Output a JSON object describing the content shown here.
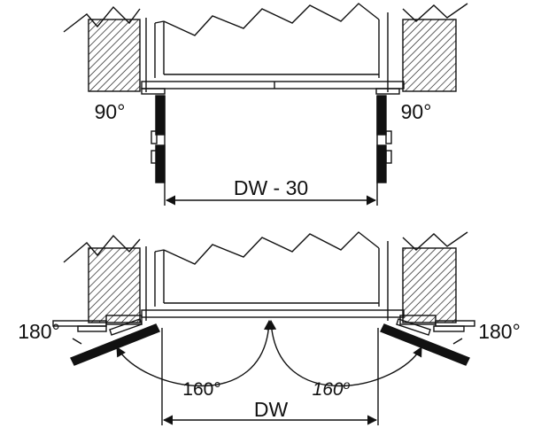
{
  "top_view": {
    "angle_left": "90°",
    "angle_right": "90°",
    "dimension": "DW - 30"
  },
  "bottom_view": {
    "angle_left": "180°",
    "angle_right": "180°",
    "swing_left": "160°",
    "swing_right": "160",
    "swing_right_degree": "o",
    "dimension": "DW"
  },
  "colors": {
    "stroke": "#111111",
    "fill_light": "#ffffff",
    "door_panel": "#111111"
  }
}
